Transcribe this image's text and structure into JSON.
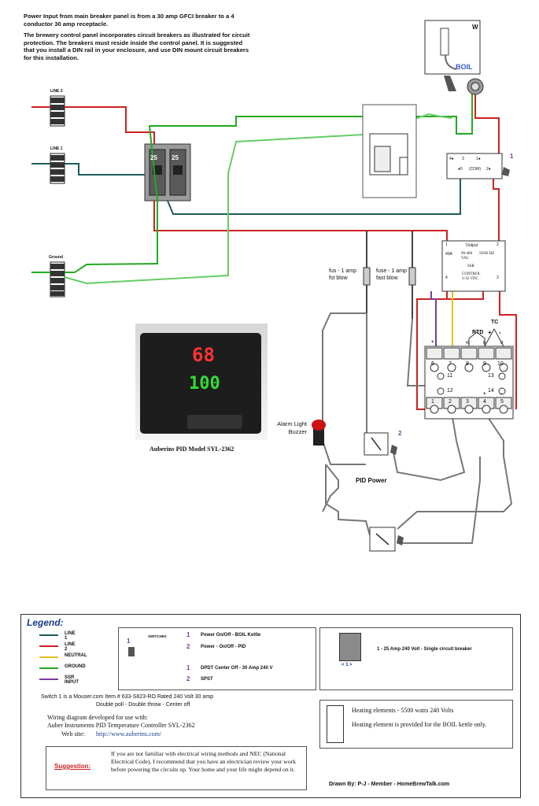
{
  "intro": {
    "p1": "Power Input from main breaker panel is from a 30 amp GFCI breaker to a 4 conductor 30 amp receptacle.",
    "p2": "The brewery control panel incorporates circuit breakers as illustrated for circuit protection. The breakers must reside inside the control panel. It is suggested that you install a DIN rail in your enclosure, and use DIN mount circuit breakers for this installation."
  },
  "terminal_blocks": {
    "line2": "LINE 2",
    "line1": "LINE 1",
    "ground": "Ground"
  },
  "breaker": {
    "left": "25",
    "right": "25"
  },
  "heater": {
    "w_label": "W",
    "boil_label": "BOIL"
  },
  "switch1": {
    "labels": [
      "4●",
      "3",
      "1●",
      "●5",
      "(COM)",
      "2●"
    ],
    "number": "1"
  },
  "ssr": {
    "output_label": "Output",
    "t1": "1",
    "t2": "2",
    "t3": "3",
    "t4": "4",
    "amp": "40A",
    "vac": "90-480 VAC",
    "freq": "50/60 HZ",
    "name": "SSR",
    "control": "CONTROL",
    "vdc": "3-32 VDC"
  },
  "fuses": {
    "left": "fus - 1 amp fst blow",
    "right": "fuse - 1 amp fast blow"
  },
  "pid_controller": {
    "pv": "68",
    "sv": "100",
    "caption": "Auberins PID Model SYL-2362",
    "terminals_top": [
      "6",
      "7",
      "8",
      "9",
      "10"
    ],
    "terminals_mid_left": [
      "11",
      "12"
    ],
    "terminals_mid_right": [
      "13",
      "14"
    ],
    "terminals_bottom": [
      "1",
      "2",
      "3",
      "4",
      "5"
    ],
    "rtd": "RTD",
    "tc": "TC",
    "plus": "+",
    "minus": "-",
    "top_labels": [
      "+",
      "W",
      "R",
      "R"
    ],
    "bottom_labels": [
      "+",
      "-"
    ]
  },
  "alarm": {
    "label": "Alarm Light Buzzer"
  },
  "switch2": {
    "number": "2",
    "label": "PID Power"
  },
  "legend": {
    "title": "Legend:",
    "wires": [
      {
        "label": "LINE 1",
        "color": "#1d5c5c"
      },
      {
        "label": "LINE 2",
        "color": "#cc2222"
      },
      {
        "label": "NEUTRAL",
        "color": "#e6c21a"
      },
      {
        "label": "GROUND",
        "color": "#22aa22"
      },
      {
        "label": "SSR INPUT",
        "color": "#7a3c9c"
      }
    ],
    "switches_header": "SWITCHES",
    "switch_rows": [
      {
        "num": "1",
        "text": "Power On/Off - BOIL Kettle"
      },
      {
        "num": "2",
        "text": "Power - On/Off - PID"
      },
      {
        "num": "1",
        "text": "DPDT Center Off - 30 Amp 240 V"
      },
      {
        "num": "2",
        "text": "SPST"
      }
    ],
    "switch_icon_num": "1",
    "breaker_text": "1 - 25 Amp 240 Volt - Single circuit breaker",
    "breaker_arrow": "< 1 >",
    "switch1_info_a": "Switch 1  is a Mouser.com Item #  633-S823-RO Rated 240 Volt 30 amp",
    "switch1_info_b": "Double poll  - Double throw - Center off",
    "wiring_a": "Wiring diagram developed for use with:",
    "wiring_b": "Auber Instruments PID Temperature Controller SYL-2362",
    "website_label": "Web site:",
    "website": "http://www.auberins.com/",
    "heating_a": "Heating elements - 5500 watts 240 Volts",
    "heating_b": "Heating element is provided for the BOIL kettle only.",
    "suggestion_label": "Suggestion:",
    "suggestion_text": "If you are not familiar with electrical wiring methods and NEC (National Electrical Code), I recommend that you have an electrician review your work before powering the circuits up. Your home and your life might depend on it.",
    "drawn_by": "Drawn By: P-J - Member - HomeBrewTalk.com"
  }
}
